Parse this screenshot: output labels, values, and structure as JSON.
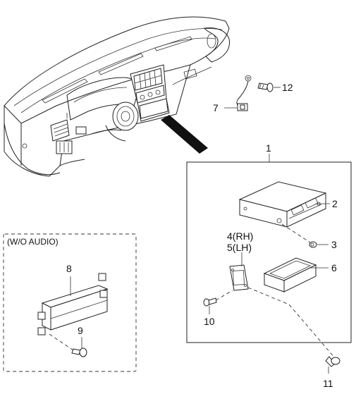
{
  "callouts": {
    "c1": "1",
    "c2": "2",
    "c3": "3",
    "c4": "4",
    "c4_suffix": "(RH)",
    "c5": "5",
    "c5_suffix": "(LH)",
    "c6": "6",
    "c7": "7",
    "c8": "8",
    "c9": "9",
    "c10": "10",
    "c11": "11",
    "c12": "12"
  },
  "boxes": {
    "wo_audio": "(W/O AUDIO)"
  }
}
